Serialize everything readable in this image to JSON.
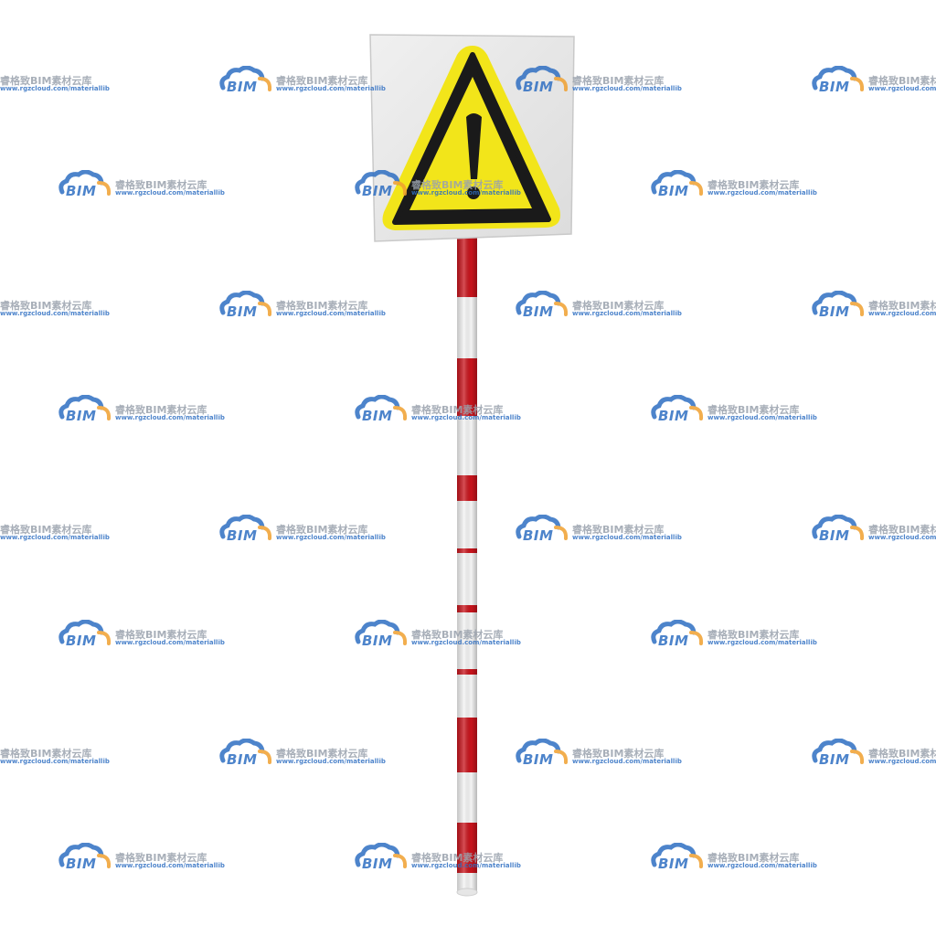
{
  "scene": {
    "subject": "warning-sign-on-striped-pole",
    "colors": {
      "background": "#ffffff",
      "sign_board": "#e8e8e8",
      "triangle_fill": "#f2e51a",
      "triangle_border": "#1a1a1a",
      "pole_red": "#c8141c",
      "pole_white": "#f4f4f4"
    },
    "sign_icon": "exclamation-warning-icon"
  },
  "watermark": {
    "logo_text": "BIM",
    "brand": "睿格致BIM素材云库",
    "url": "www.rgzcloud.com/materiallib",
    "colors": {
      "blue": "#2f6fc2",
      "orange": "#f0a030",
      "gray": "#9aa2ad"
    }
  }
}
